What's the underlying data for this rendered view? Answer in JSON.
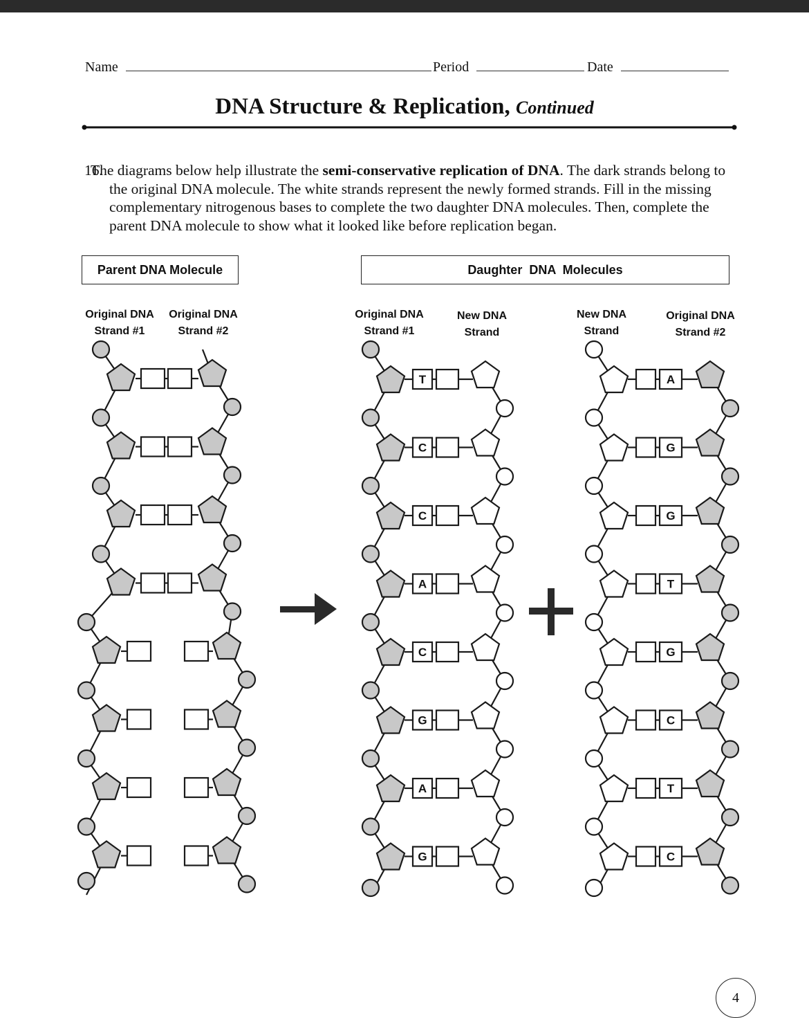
{
  "header": {
    "name_label": "Name",
    "period_label": "Period",
    "date_label": "Date"
  },
  "title": {
    "main": "DNA Structure & Replication,",
    "sub": "Continued"
  },
  "question": {
    "number": "16.",
    "text_before": "The diagrams below help illustrate the",
    "bold_text": "semi-conservative replication of DNA",
    "text_after": ". The dark strands belong to the original DNA molecule. The white strands represent the newly formed strands. Fill in the missing complementary nitrogenous bases to complete the two daughter DNA molecules. Then, complete the parent DNA molecule to show what it looked like before replication began."
  },
  "parent_box": {
    "label": "Parent DNA Molecule"
  },
  "daughter_box": {
    "label": "Daughter  DNA  Molecules"
  },
  "strand_labels": {
    "parent_1": [
      "Original DNA",
      "Strand #1"
    ],
    "parent_2": [
      "Original DNA",
      "Strand #2"
    ],
    "d1_orig": [
      "Original DNA",
      "Strand #1"
    ],
    "d1_new": [
      "New DNA",
      "Strand"
    ],
    "d2_new": [
      "New DNA",
      "Strand"
    ],
    "d2_orig": [
      "Original DNA",
      "Strand #2"
    ]
  },
  "daughter1_bases": [
    "T",
    "C",
    "C",
    "A",
    "C",
    "G",
    "A",
    "G"
  ],
  "daughter2_bases": [
    "A",
    "G",
    "G",
    "T",
    "G",
    "C",
    "T",
    "C"
  ],
  "page_number": "4",
  "colors": {
    "dark": "#c8c8c8",
    "light": "#ffffff",
    "stroke": "#1a1a1a"
  }
}
